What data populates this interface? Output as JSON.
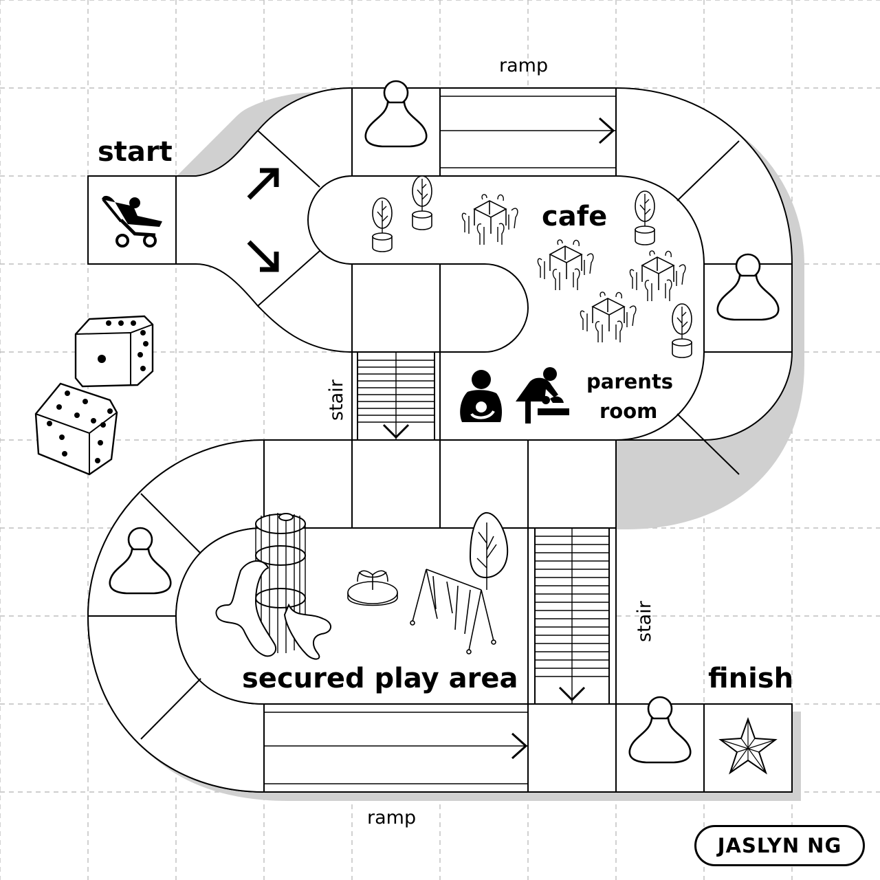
{
  "labels": {
    "start": "start",
    "finish": "finish",
    "ramp_top": "ramp",
    "ramp_bottom": "ramp",
    "stair_left": "stair",
    "stair_right": "stair",
    "cafe": "cafe",
    "parents_line1": "parents",
    "parents_line2": "room",
    "play_area": "secured play area"
  },
  "signature": "JASLYN NG",
  "icons": [
    "stroller-icon",
    "dice-icon",
    "pawn-icon",
    "arrow-icon",
    "table-icon",
    "plant-icon",
    "breastfeeding-icon",
    "diaper-change-icon",
    "playground-tower-icon",
    "merry-go-round-icon",
    "swing-icon",
    "tree-icon",
    "star-icon"
  ],
  "colors": {
    "line": "#000000",
    "shadow": "#d0d0d0",
    "grid": "#bdbdbd",
    "background": "#ffffff"
  }
}
